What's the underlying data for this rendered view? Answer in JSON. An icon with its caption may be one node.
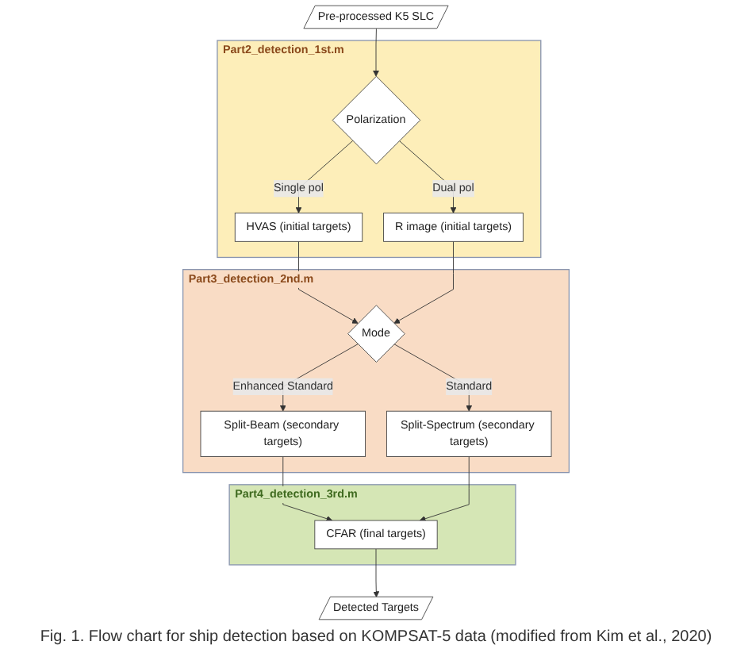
{
  "diagram": {
    "caption": "Fig. 1. Flow chart for ship detection based on KOMPSAT-5 data (modified from Kim et al., 2020)",
    "nodes": [
      {
        "text": [
          "Pre-processed K5 SLC"
        ]
      },
      {
        "text": [
          "Part2_detection_1st.m"
        ]
      },
      {
        "text": [
          "Polarization"
        ],
        "in": 1
      },
      {
        "text": [
          "HVAS (initial targets)"
        ],
        "in": 1
      },
      {
        "text": [
          "R image (initial targets)"
        ],
        "in": 1
      },
      {
        "text": [
          "Part3_detection_2nd.m"
        ]
      },
      {
        "text": [
          "Mode"
        ],
        "in": 5
      },
      {
        "text": [
          "Split-Beam (secondary targets)"
        ],
        "in": 5
      },
      {
        "text": [
          "Split-Spectrum (secondary targets)"
        ],
        "in": 5
      },
      {
        "text": [
          "Part4_detection_3rd.m"
        ]
      },
      {
        "text": [
          "CFAR (final targets)"
        ],
        "in": 9
      },
      {
        "text": [
          "Detected Targets"
        ]
      }
    ],
    "edges": [
      {
        "from": 0,
        "to": 2,
        "arrow": "to"
      },
      {
        "from": 2,
        "to": 3,
        "arrow": "to",
        "label": "Single pol"
      },
      {
        "from": 2,
        "to": 4,
        "arrow": "to",
        "label": "Dual pol"
      },
      {
        "from": 3,
        "to": 6,
        "arrow": "to"
      },
      {
        "from": 4,
        "to": 6,
        "arrow": "to"
      },
      {
        "from": 6,
        "to": 7,
        "arrow": "to",
        "label": "Enhanced Standard"
      },
      {
        "from": 6,
        "to": 8,
        "arrow": "to",
        "label": "Standard"
      },
      {
        "from": 7,
        "to": 10,
        "arrow": "to"
      },
      {
        "from": 8,
        "to": 10,
        "arrow": "to"
      },
      {
        "from": 10,
        "to": 11,
        "arrow": "to"
      }
    ]
  }
}
